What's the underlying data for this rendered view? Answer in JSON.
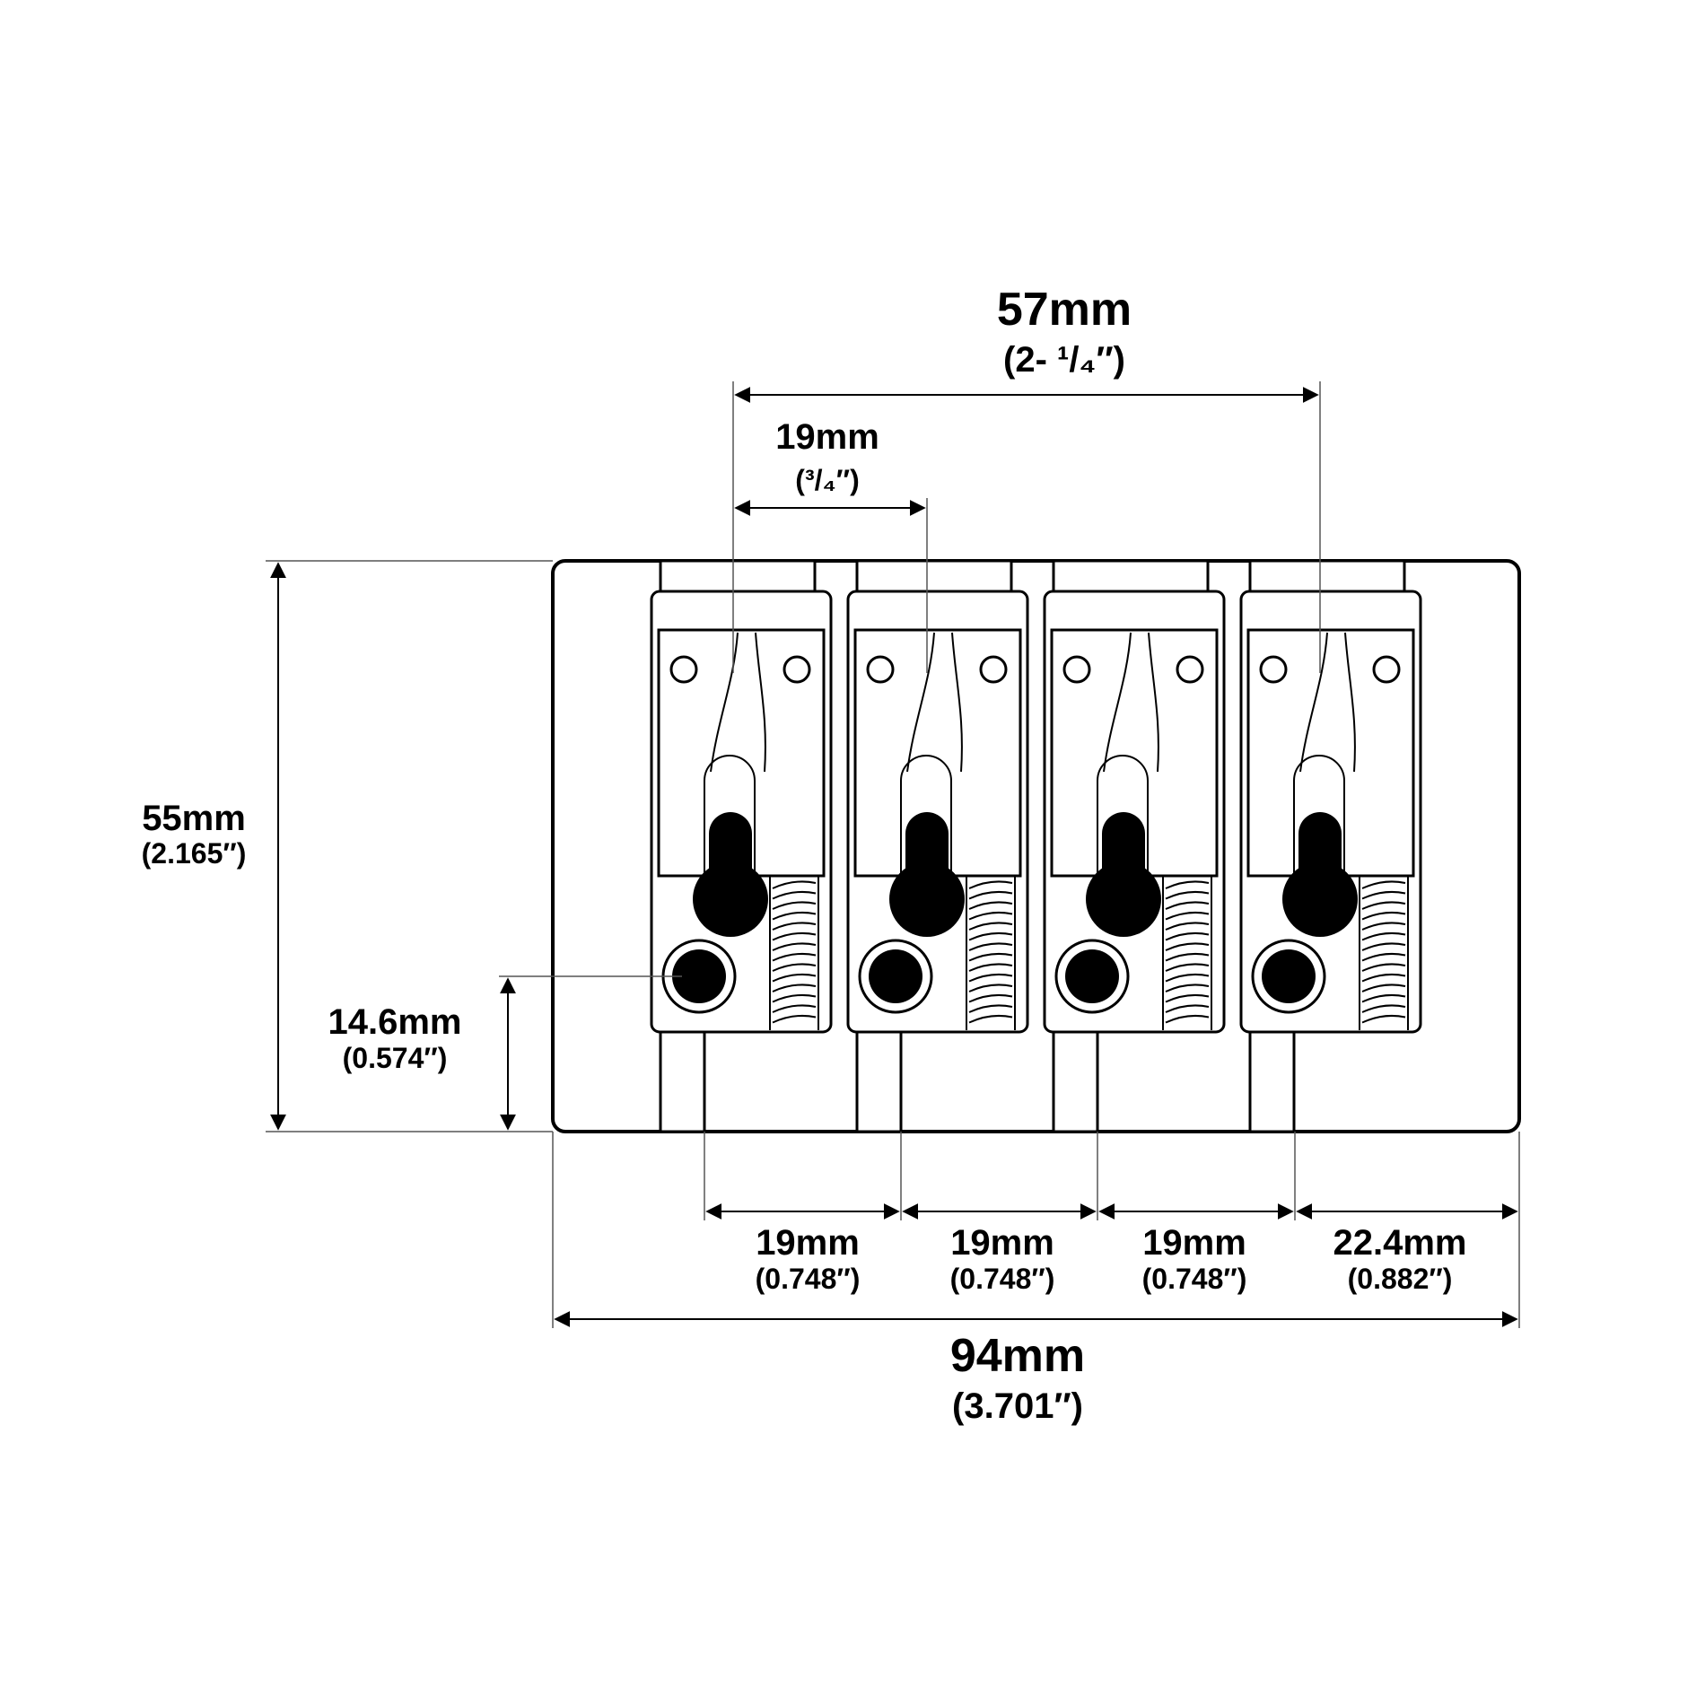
{
  "dimensions": {
    "top_total": {
      "metric": "57mm",
      "imperial": "(2- ¹/₄″)"
    },
    "top_spacing": {
      "metric": "19mm",
      "imperial": "(³/₄″)"
    },
    "height": {
      "metric": "55mm",
      "imperial": "(2.165″)"
    },
    "screw_offset": {
      "metric": "14.6mm",
      "imperial": "(0.574″)"
    },
    "bottom_spacings": [
      {
        "metric": "19mm",
        "imperial": "(0.748″)"
      },
      {
        "metric": "19mm",
        "imperial": "(0.748″)"
      },
      {
        "metric": "19mm",
        "imperial": "(0.748″)"
      },
      {
        "metric": "22.4mm",
        "imperial": "(0.882″)"
      }
    ],
    "width": {
      "metric": "94mm",
      "imperial": "(3.701″)"
    }
  },
  "saddle_count": 4
}
